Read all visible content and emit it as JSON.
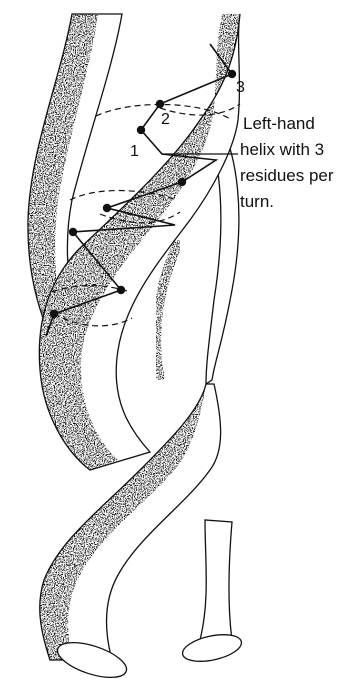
{
  "residue_labels": [
    "1",
    "2",
    "3"
  ],
  "caption_lines": [
    "Left-hand",
    "helix with 3",
    "residues per",
    "turn."
  ],
  "colors": {
    "ink": "#111111",
    "paper": "#ffffff"
  }
}
